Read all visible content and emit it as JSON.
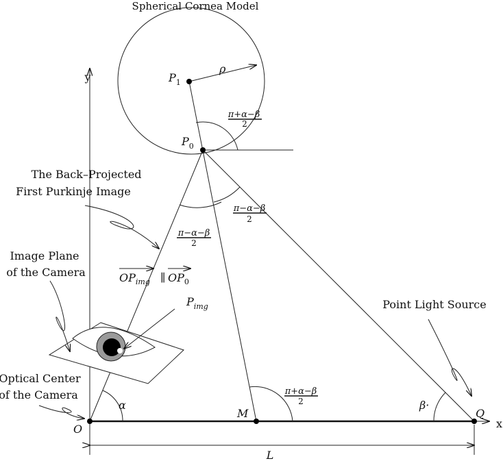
{
  "title": "Spherical Cornea Model",
  "points": {
    "P1": "P",
    "P1_sub": "1",
    "P0": "P",
    "P0_sub": "0",
    "O": "O",
    "M": "M",
    "Q": "Q",
    "Pimg": "P",
    "Pimg_sub": "img"
  },
  "axes": {
    "x": "x",
    "y": "y"
  },
  "symbols": {
    "rho": "ρ",
    "alpha": "α",
    "beta": "β·",
    "L": "L"
  },
  "fractions": {
    "top_numerator": "π+α−β",
    "top_denominator": "2",
    "left_numerator": "π−α−β",
    "left_denominator": "2",
    "right_numerator": "π−α−β",
    "right_denominator": "2",
    "bottom_numerator": "π+α−β",
    "bottom_denominator": "2"
  },
  "vectors": {
    "left_O": "O",
    "left_P": "P",
    "left_sub": "img",
    "parallel": "∥",
    "right_O": "O",
    "right_P": "P",
    "right_sub": "0"
  },
  "labels": {
    "back_projected_1": "The Back–Projected",
    "back_projected_2": "First Purkinje Image",
    "image_plane_1": "Image Plane",
    "image_plane_2": "of the Camera",
    "optical_center_1": "Optical Center",
    "optical_center_2": "of the Camera",
    "point_light": "Point Light Source"
  }
}
